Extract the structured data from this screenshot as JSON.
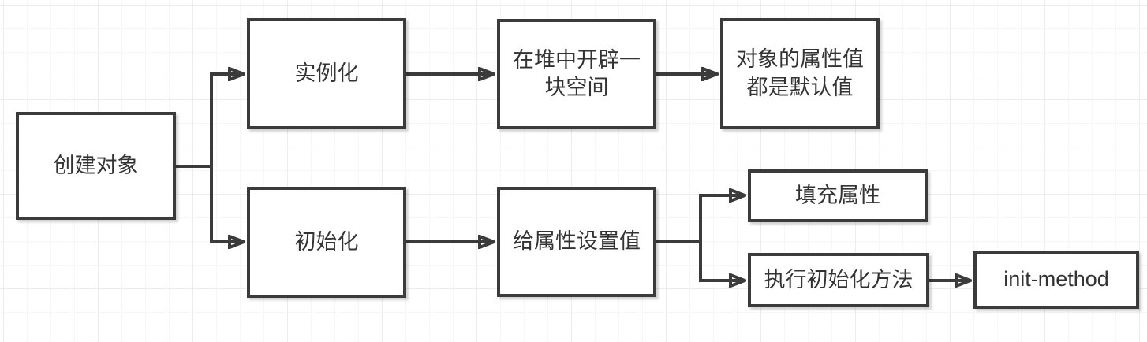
{
  "diagram": {
    "title": "object-creation-flowchart",
    "nodes": [
      {
        "id": "create-object",
        "label": "创建对象"
      },
      {
        "id": "instantiate",
        "label": "实例化"
      },
      {
        "id": "heap-space",
        "label": "在堆中开辟一块空间"
      },
      {
        "id": "default-values",
        "label": "对象的属性值都是默认值"
      },
      {
        "id": "initialize",
        "label": "初始化"
      },
      {
        "id": "set-values",
        "label": "给属性设置值"
      },
      {
        "id": "fill-props",
        "label": "填充属性"
      },
      {
        "id": "exec-init",
        "label": "执行初始化方法"
      },
      {
        "id": "init-method",
        "label": "init-method"
      }
    ],
    "edges": [
      {
        "from": "create-object",
        "to": "instantiate"
      },
      {
        "from": "create-object",
        "to": "initialize"
      },
      {
        "from": "instantiate",
        "to": "heap-space"
      },
      {
        "from": "heap-space",
        "to": "default-values"
      },
      {
        "from": "initialize",
        "to": "set-values"
      },
      {
        "from": "set-values",
        "to": "fill-props"
      },
      {
        "from": "set-values",
        "to": "exec-init"
      },
      {
        "from": "exec-init",
        "to": "init-method"
      }
    ],
    "colors": {
      "stroke": "#3b3b3b",
      "text": "#333333",
      "background": "#ffffff",
      "grid": "#ededed"
    }
  }
}
